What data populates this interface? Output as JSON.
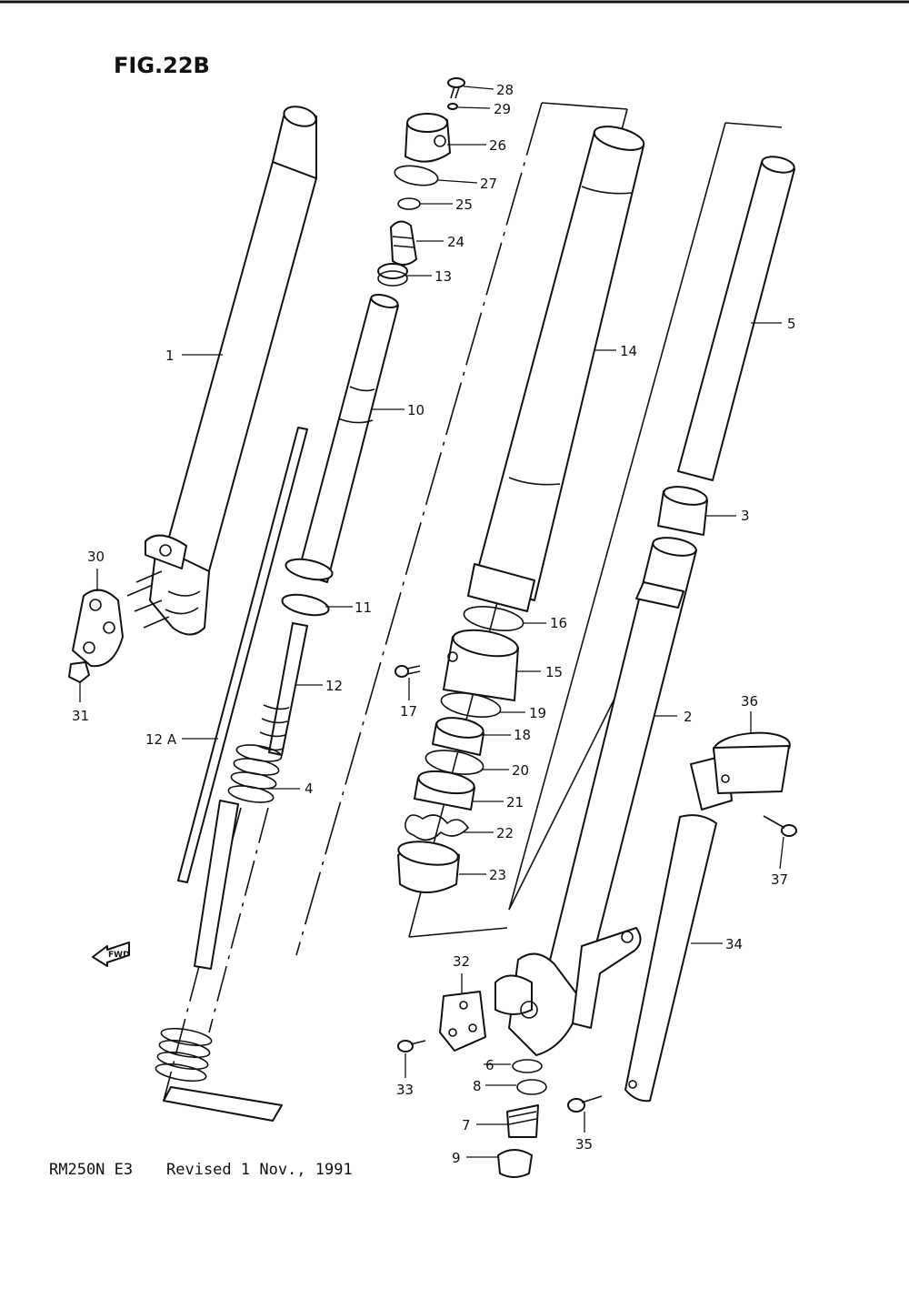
{
  "header": {
    "figure_title": "FIG.22B"
  },
  "footer": {
    "model": "RM250N E3",
    "revision": "Revised 1 Nov., 1991"
  },
  "fwd_marker": {
    "text": "FWD"
  },
  "labels": {
    "p1": "1",
    "p2": "2",
    "p3": "3",
    "p4": "4",
    "p5": "5",
    "p6": "6",
    "p7": "7",
    "p8": "8",
    "p9": "9",
    "p10": "10",
    "p11": "11",
    "p12": "12",
    "p12a": "12 A",
    "p13": "13",
    "p14": "14",
    "p15": "15",
    "p16": "16",
    "p17": "17",
    "p18": "18",
    "p19": "19",
    "p20": "20",
    "p21": "21",
    "p22": "22",
    "p23": "23",
    "p24": "24",
    "p25": "25",
    "p26": "26",
    "p27": "27",
    "p28": "28",
    "p29": "29",
    "p30": "30",
    "p31": "31",
    "p32": "32",
    "p33": "33",
    "p34": "34",
    "p35": "35",
    "p36": "36",
    "p37": "37"
  }
}
